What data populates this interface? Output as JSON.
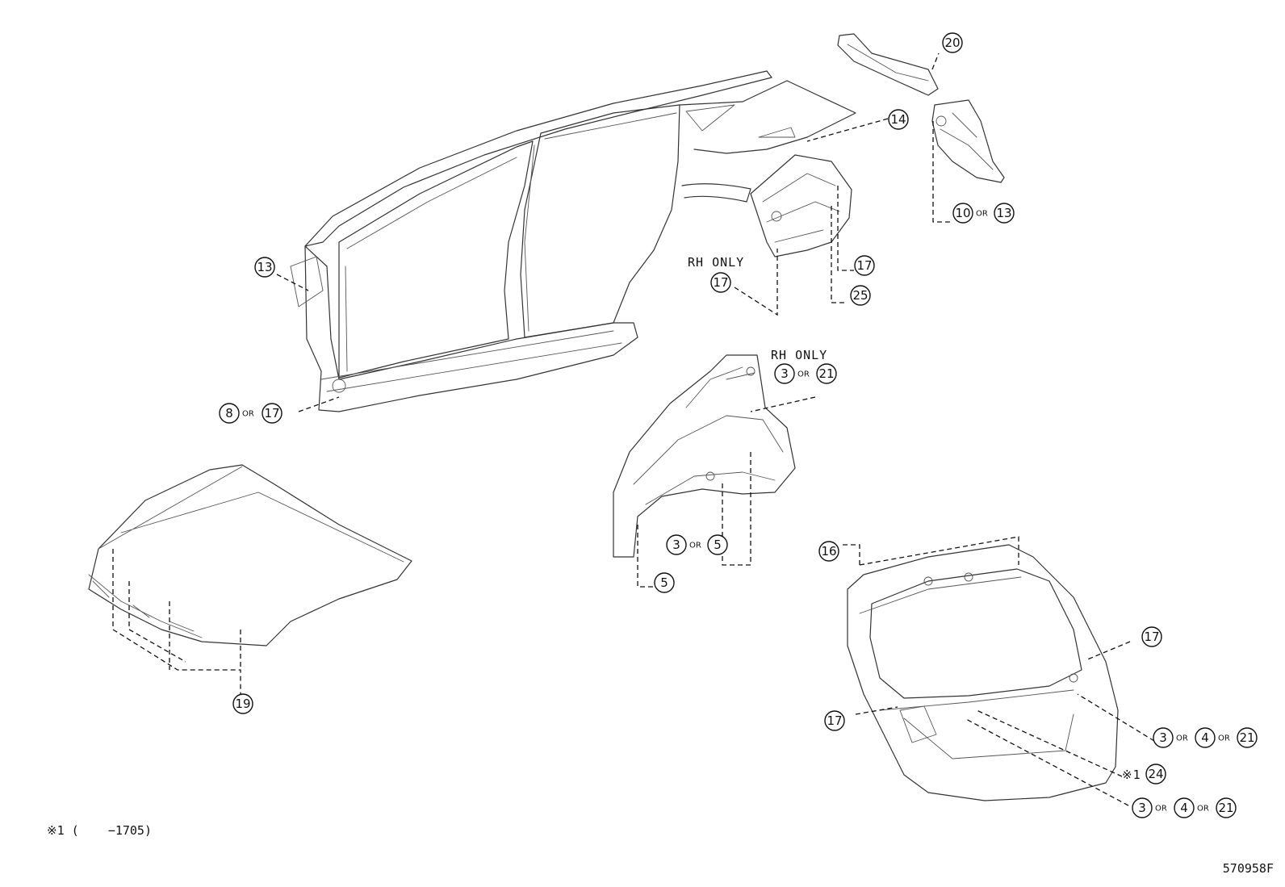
{
  "notes": {
    "rh_only_upper": "RH ONLY",
    "rh_only_lower": "RH ONLY",
    "or": "OR"
  },
  "callouts": {
    "c20": "20",
    "c14": "14",
    "c10": "10",
    "c13_right": "13",
    "c13_left": "13",
    "c17_rh": "17",
    "c17_side": "17",
    "c25": "25",
    "c8": "8",
    "c17_left": "17",
    "c3_a": "3",
    "c21_a": "21",
    "c3_b": "3",
    "c5_b": "5",
    "c5_c": "5",
    "c16": "16",
    "c17_gate_r": "17",
    "c17_gate_l": "17",
    "c3_c": "3",
    "c4_c": "4",
    "c21_c": "21",
    "c24": "24",
    "c3_d": "3",
    "c4_d": "4",
    "c21_d": "21",
    "c19": "19"
  },
  "mark24": "※1",
  "footnote": "※1 (    −1705)",
  "figure_id": "570958F"
}
